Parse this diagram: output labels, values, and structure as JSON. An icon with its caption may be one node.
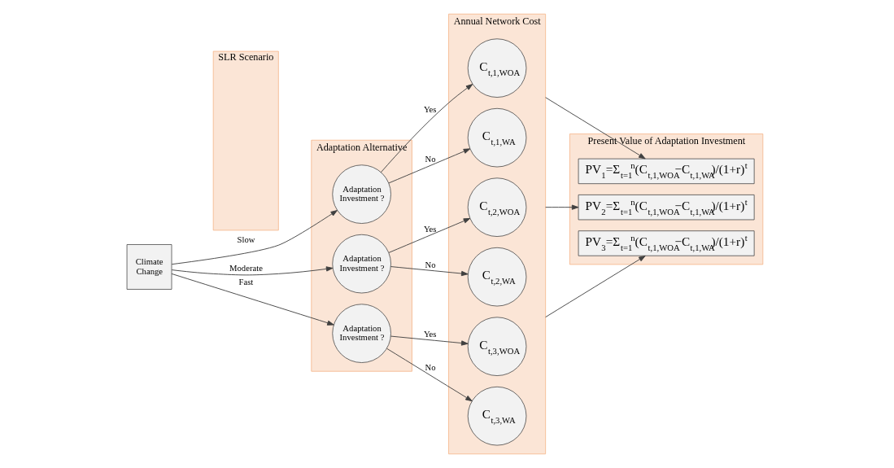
{
  "diagram": {
    "nodes": [
      {
        "text": [
          "Climate Change"
        ]
      },
      {
        "text": [
          "SLR Scenario"
        ]
      },
      {
        "text": [
          "Adaptation Alternative"
        ]
      },
      {
        "text": [
          "Adaptation Investment ?"
        ],
        "in": 2
      },
      {
        "text": [
          "Adaptation Investment ?"
        ],
        "in": 2
      },
      {
        "text": [
          "Adaptation Investment ?"
        ],
        "in": 2
      },
      {
        "text": [
          "Annual Network Cost"
        ]
      },
      {
        "text": [
          "C$_{t,1,WOA}$"
        ],
        "in": 6
      },
      {
        "text": [
          "C$_{t,1,WA}$"
        ],
        "in": 6
      },
      {
        "text": [
          "C$_{t,2,WOA}$"
        ],
        "in": 6
      },
      {
        "text": [
          "C$_{t,2,WA}$"
        ],
        "in": 6
      },
      {
        "text": [
          "C$_{t,3,WOA}$"
        ],
        "in": 6
      },
      {
        "text": [
          "C$_{t,3,WA}$"
        ],
        "in": 6
      },
      {
        "text": [
          "Present Value of Adaptation Investment"
        ]
      },
      {
        "text": [
          "PV$_{1}$=Σ$_{t=1}$$^{n}$(C$_{t,1,WOA}$−C$_{t,1,WA}$)/(1+r)$^{t}$"
        ],
        "in": 13
      },
      {
        "text": [
          "PV$_{2}$=Σ$_{t=1}$$^{n}$(C$_{t,1,WOA}$−C$_{t,1,WA}$)/(1+r)$^{t}$"
        ],
        "in": 13
      },
      {
        "text": [
          "PV$_{3}$=Σ$_{t=1}$$^{n}$(C$_{t,1,WOA}$−C$_{t,1,WA}$)/(1+r)$^{t}$"
        ],
        "in": 13
      }
    ],
    "edges": [
      {
        "from": 0,
        "to": 3,
        "arrow": "to",
        "label": "Slow"
      },
      {
        "from": 0,
        "to": 4,
        "arrow": "to",
        "label": "Moderate"
      },
      {
        "from": 0,
        "to": 5,
        "arrow": "to",
        "label": "Fast"
      },
      {
        "from": 3,
        "to": 7,
        "arrow": "to",
        "label": "Yes"
      },
      {
        "from": 3,
        "to": 8,
        "arrow": "to",
        "label": "No"
      },
      {
        "from": 4,
        "to": 9,
        "arrow": "to",
        "label": "Yes"
      },
      {
        "from": 4,
        "to": 10,
        "arrow": "to",
        "label": "No"
      },
      {
        "from": 5,
        "to": 11,
        "arrow": "to",
        "label": "Yes"
      },
      {
        "from": 5,
        "to": 12,
        "arrow": "to",
        "label": "No"
      },
      {
        "from": 6,
        "to": 14,
        "arrow": "to"
      },
      {
        "from": 6,
        "to": 15,
        "arrow": "to"
      },
      {
        "from": 6,
        "to": 16,
        "arrow": "to"
      }
    ]
  }
}
